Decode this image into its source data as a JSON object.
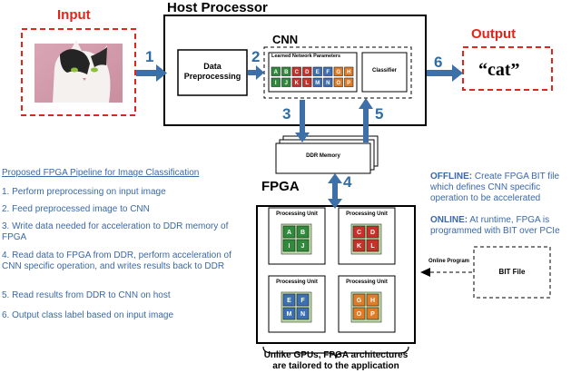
{
  "labels": {
    "input": "Input",
    "output": "Output",
    "host": "Host Processor",
    "cnn": "CNN",
    "fpga": "FPGA",
    "data_preprocessing": "Data Preprocessing",
    "learned_params": "Learned Network Parameters",
    "classifier": "Classifier",
    "ddr_memory": "DDR Memory",
    "cat_output": "“cat”",
    "online_program": "Online Program",
    "bit_file": "BIT File"
  },
  "steps": {
    "s1": "1",
    "s2": "2",
    "s3": "3",
    "s4": "4",
    "s5": "5",
    "s6": "6"
  },
  "param_cells": [
    "A",
    "B",
    "C",
    "D",
    "E",
    "F",
    "G",
    "H",
    "I",
    "J",
    "K",
    "L",
    "M",
    "N",
    "O",
    "P"
  ],
  "processing_units": [
    {
      "label": "Processing Unit",
      "cells": [
        "A",
        "B",
        "I",
        "J"
      ]
    },
    {
      "label": "Processing Unit",
      "cells": [
        "C",
        "D",
        "K",
        "L"
      ]
    },
    {
      "label": "Processing Unit",
      "cells": [
        "E",
        "F",
        "M",
        "N"
      ]
    },
    {
      "label": "Processing Unit",
      "cells": [
        "G",
        "H",
        "O",
        "P"
      ]
    }
  ],
  "colors": {
    "red_label": "#e1251b",
    "step_blue": "#2e6da4",
    "text_blue": "#3a68a8",
    "cell_green": "#2f8a3c",
    "cell_blue": "#3d6fb6",
    "cell_red": "#c6322a",
    "cell_orange": "#e07b26",
    "pu_fill": "#c0e0a8"
  },
  "pipeline": {
    "title": "Proposed FPGA Pipeline for Image Classification",
    "steps": [
      "1. Perform preprocessing on input image",
      "2. Feed preprocessed image to CNN",
      "3. Write data needed for acceleration to DDR memory of FPGA",
      "4. Read data to FPGA from DDR, perform acceleration of CNN specific operation, and writes results back to DDR",
      "5. Read results from DDR to CNN on host",
      "6. Output class label based on input image"
    ]
  },
  "offline": {
    "key": "OFFLINE:",
    "text": "Create FPGA BIT file which defines CNN specific operation to be accelerated"
  },
  "online": {
    "key": "ONLINE:",
    "text": "At runtime, FPGA is programmed with BIT over PCIe"
  },
  "caption": {
    "line1": "Unlike GPUs, FPGA architectures",
    "line2": "are tailored to the application"
  }
}
